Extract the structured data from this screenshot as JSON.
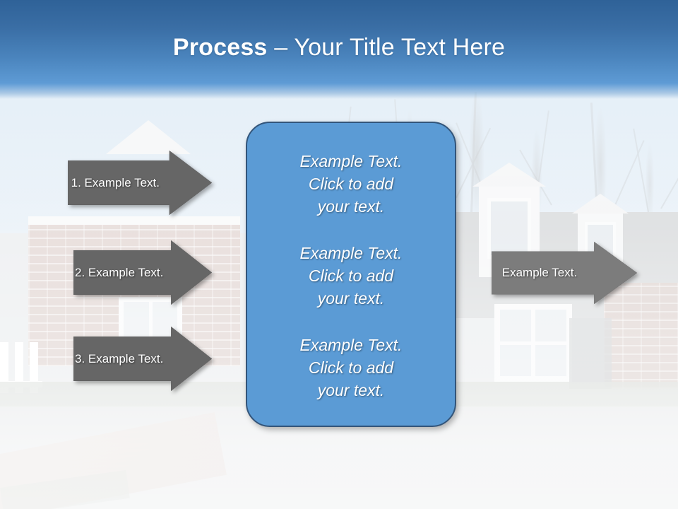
{
  "slide": {
    "title_strong": "Process",
    "title_rest": " – Your Title Text Here",
    "accent_blue": "#5b9bd5",
    "header_blue_dark": "#2f6298",
    "arrow_gray": "#666666",
    "arrow_gray_light": "#7c7c7c",
    "arrow_outline": "#2b2b2b"
  },
  "input_arrows": [
    {
      "label": "1. Example Text."
    },
    {
      "label": "2. Example Text."
    },
    {
      "label": "3. Example Text."
    }
  ],
  "center_panel": {
    "blocks": [
      {
        "text": "Example Text.\nClick  to add\nyour text."
      },
      {
        "text": "Example Text.\nClick  to add\nyour text."
      },
      {
        "text": "Example Text.\nClick  to add\nyour text."
      }
    ]
  },
  "output_arrow": {
    "label": "Example Text."
  },
  "background": {
    "scene": "suburban-house-photo",
    "description": "washed-out photograph of a brick house with dormer windows, bare trees, white picket fence and driveway"
  }
}
